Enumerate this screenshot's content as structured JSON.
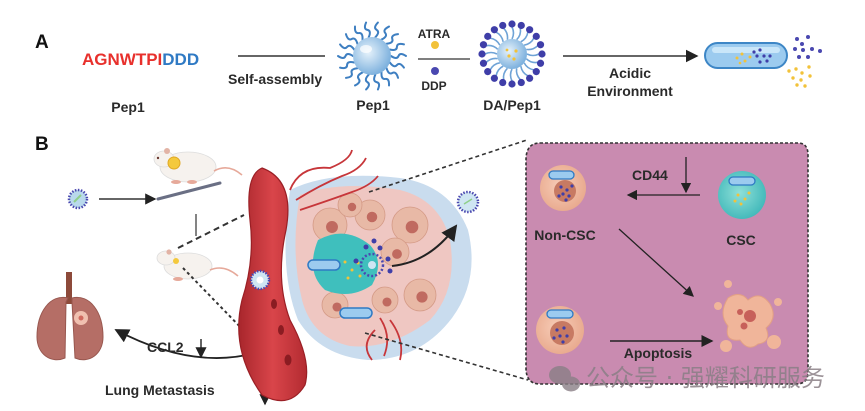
{
  "panel_a": {
    "label": "A",
    "sequence_red": "AGNWTPI",
    "sequence_blue": "DDD",
    "sequence_caption": "Pep1",
    "step1_label": "Self-assembly",
    "micelle_caption": "Pep1",
    "drug1": "ATRA",
    "drug2": "DDP",
    "loaded_caption": "DA/Pep1",
    "step2_line1": "Acidic",
    "step2_line2": "Environment"
  },
  "panel_b": {
    "label": "B",
    "ccl2": "CCL2",
    "lung_metastasis": "Lung Metastasis",
    "cd44": "CD44",
    "non_csc": "Non-CSC",
    "csc": "CSC",
    "apoptosis": "Apoptosis"
  },
  "watermark": "公众号 · 强耀科研服务",
  "colors": {
    "seq_red": "#e8302c",
    "seq_blue": "#2f7ac4",
    "atra": "#f2c23a",
    "ddp": "#4a48b0",
    "vessel": "#c7363a",
    "zoom_box": "#c98bb0",
    "csc": "#54c6c4",
    "cell": "#f0b59a",
    "lung": "#b56e66"
  }
}
